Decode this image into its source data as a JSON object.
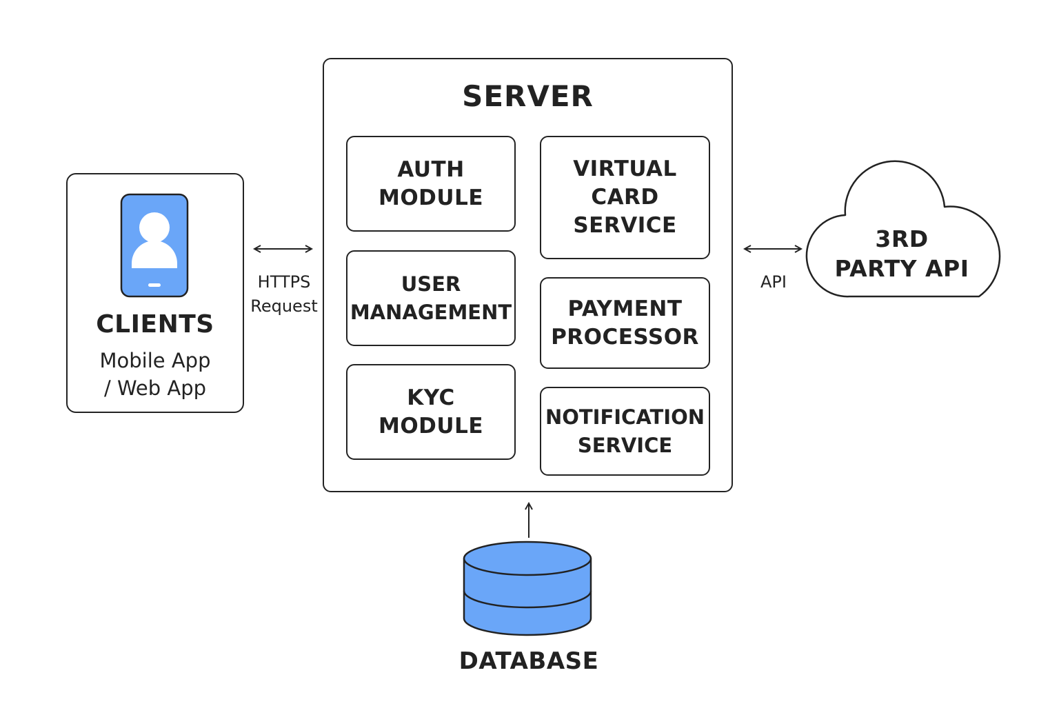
{
  "server": {
    "title": "SERVER",
    "modules": {
      "auth": [
        "AUTH",
        "MODULE"
      ],
      "user": [
        "USER",
        "MANAGEMENT"
      ],
      "kyc": [
        "KYC",
        "MODULE"
      ],
      "virtual_card": [
        "VIRTUAL",
        "CARD",
        "SERVICE"
      ],
      "payment": [
        "PAYMENT",
        "PROCESSOR"
      ],
      "notification": [
        "NOTIFICATION",
        "SERVICE"
      ]
    }
  },
  "clients": {
    "title": "CLIENTS",
    "line1": "Mobile App",
    "line2": "/ Web App",
    "icon": "mobile-user-icon"
  },
  "connections": {
    "https_line1": "HTTPS",
    "https_line2": "Request",
    "api": "API"
  },
  "third_party": {
    "line1": "3RD",
    "line2": "PARTY API",
    "icon": "cloud-icon"
  },
  "database": {
    "title": "DATABASE",
    "icon": "database-icon"
  },
  "colors": {
    "stroke": "#222222",
    "accent_blue": "#6aa6f8",
    "background": "#ffffff"
  }
}
